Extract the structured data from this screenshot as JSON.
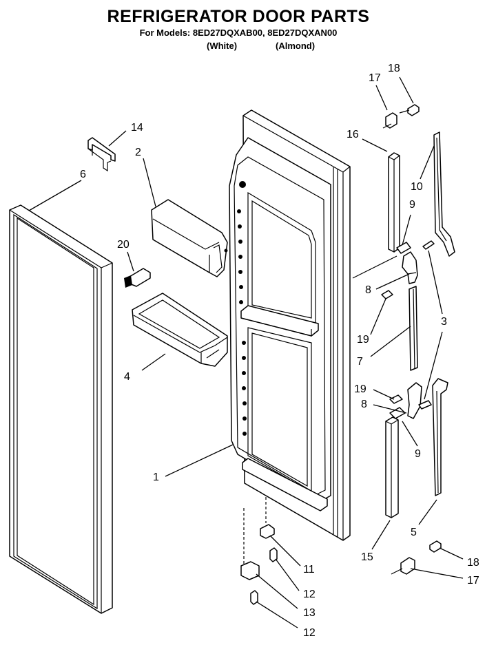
{
  "header": {
    "title": "REFRIGERATOR DOOR PARTS",
    "models": "For Models: 8ED27DQXAB00, 8ED27DQXAN00",
    "variant_white": "(White)",
    "variant_almond": "(Almond)"
  },
  "callouts": {
    "c1": "1",
    "c2": "2",
    "c3": "3",
    "c4": "4",
    "c5": "5",
    "c6": "6",
    "c7": "7",
    "c8a": "8",
    "c8b": "8",
    "c9a": "9",
    "c9b": "9",
    "c10": "10",
    "c11": "11",
    "c12a": "12",
    "c12b": "12",
    "c13": "13",
    "c14": "14",
    "c15": "15",
    "c16": "16",
    "c17a": "17",
    "c17b": "17",
    "c18a": "18",
    "c18b": "18",
    "c19a": "19",
    "c19b": "19",
    "c20": "20"
  }
}
